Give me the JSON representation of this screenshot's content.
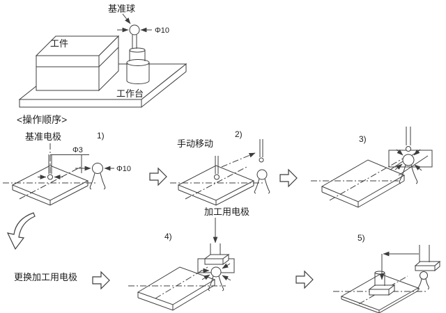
{
  "colors": {
    "background": "#ffffff",
    "line": "#3c3c3c",
    "text": "#1c1c1c"
  },
  "top_view": {
    "reference_ball_label": "基准球",
    "dia10_label": "Φ10",
    "workpiece_label": "工件",
    "worktable_label": "工作台"
  },
  "sequence": {
    "title": "<操作顺序>",
    "step1": {
      "number": "1)",
      "reference_electrode_label": "基准电极",
      "dia3_label": "Φ3",
      "dia10_label": "Φ10"
    },
    "step2": {
      "number": "2)",
      "manual_move_label": "手动移动"
    },
    "step3": {
      "number": "3)"
    },
    "step4": {
      "number": "4)",
      "machining_electrode_label": "加工用电极"
    },
    "step5": {
      "number": "5)"
    },
    "replace_electrode_label": "更换加工用电极"
  }
}
